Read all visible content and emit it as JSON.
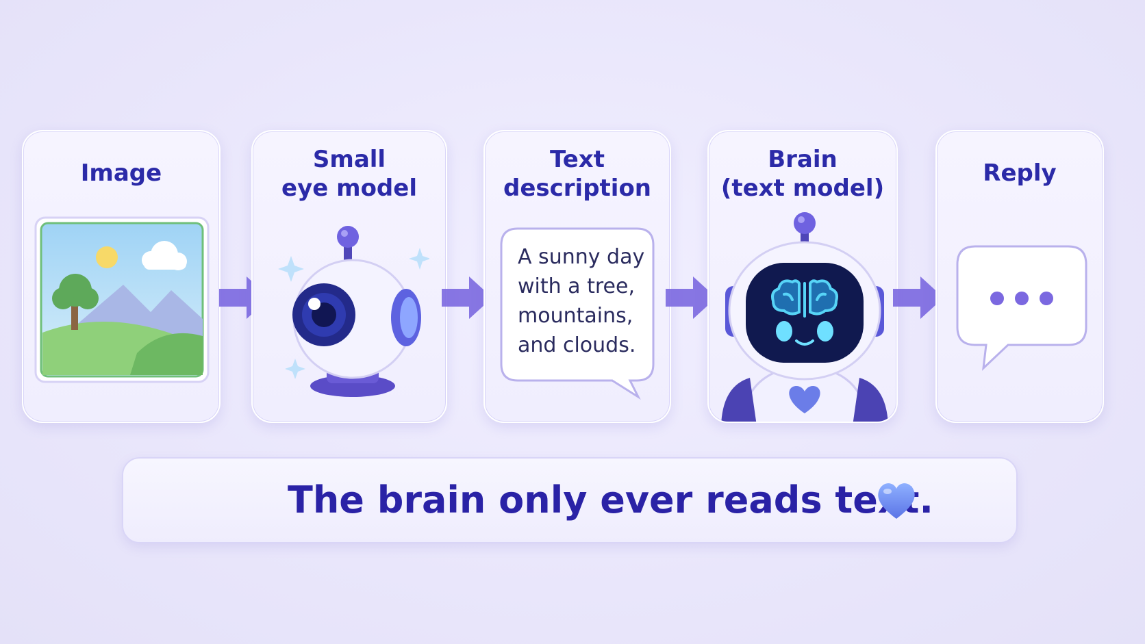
{
  "steps": [
    {
      "title": "Image"
    },
    {
      "title": "Small\neye model"
    },
    {
      "title": "Text\ndescription",
      "bubble_text": "A sunny day\nwith a tree,\nmountains,\nand clouds."
    },
    {
      "title": "Brain\n(text model)"
    },
    {
      "title": "Reply"
    }
  ],
  "caption": "The brain only ever reads text.",
  "colors": {
    "title": "#2b2aa8",
    "accent": "#6f5fd8",
    "arrow": "#7b68e0",
    "caption": "#2a22a6",
    "heart": "#5f7fe8"
  },
  "icons": [
    "landscape-icon",
    "eye-robot-icon",
    "speech-bubble-icon",
    "brain-robot-icon",
    "reply-bubble-icon",
    "heart-icon",
    "arrow-right-icon"
  ]
}
